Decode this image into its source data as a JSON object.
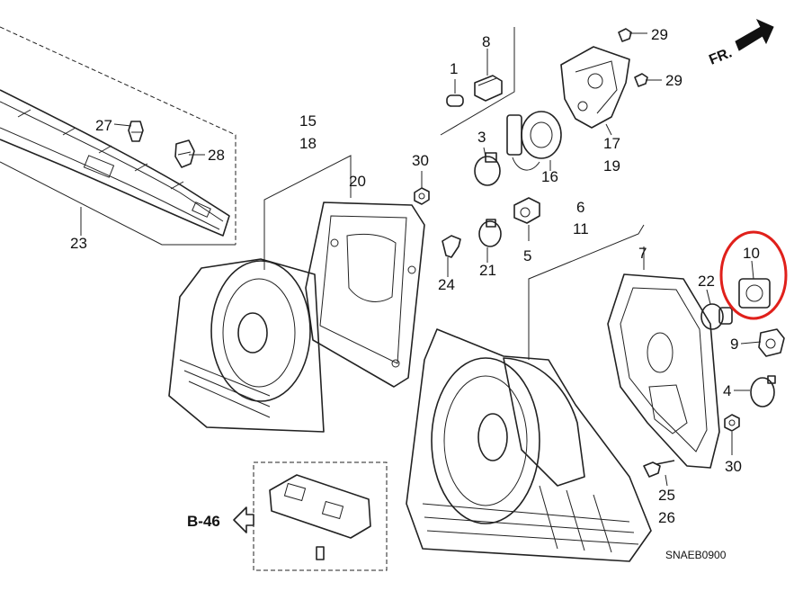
{
  "diagram": {
    "orientation_label": "FR.",
    "reference_label": "B-46",
    "code": "SNAEB0900",
    "highlight_color": "#e0201b",
    "highlighted_part": "10",
    "callouts": [
      "1",
      "8",
      "29",
      "29",
      "27",
      "28",
      "15",
      "18",
      "3",
      "16",
      "17",
      "19",
      "30",
      "20",
      "23",
      "6",
      "11",
      "5",
      "21",
      "24",
      "7",
      "22",
      "10",
      "9",
      "4",
      "30",
      "25",
      "26"
    ]
  }
}
